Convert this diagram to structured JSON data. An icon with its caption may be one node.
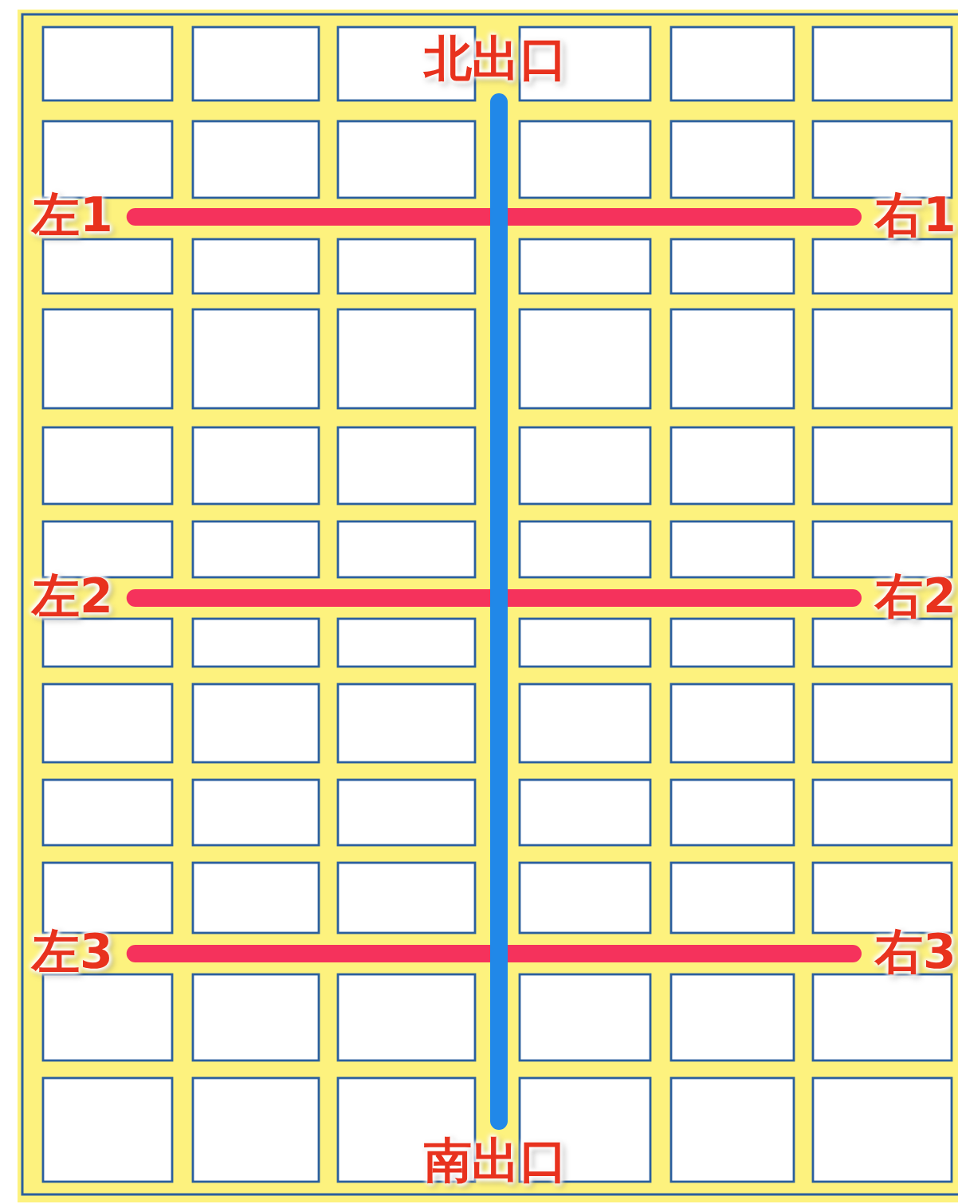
{
  "diagram": {
    "nodes": [
      {
        "text": [
          "北出口"
        ]
      },
      {
        "text": [
          "南出口"
        ]
      },
      {
        "text": [
          "左1"
        ]
      },
      {
        "text": [
          "右1"
        ]
      },
      {
        "text": [
          "左2"
        ]
      },
      {
        "text": [
          "右2"
        ]
      },
      {
        "text": [
          "左3"
        ]
      },
      {
        "text": [
          "右3"
        ]
      }
    ],
    "edges": [
      {
        "from": 0,
        "to": 1,
        "arrow": "none",
        "color": "#2188e8"
      },
      {
        "from": 2,
        "to": 3,
        "arrow": "none"
      },
      {
        "from": 4,
        "to": 5,
        "arrow": "none"
      },
      {
        "from": 6,
        "to": 7,
        "arrow": "none"
      }
    ]
  }
}
